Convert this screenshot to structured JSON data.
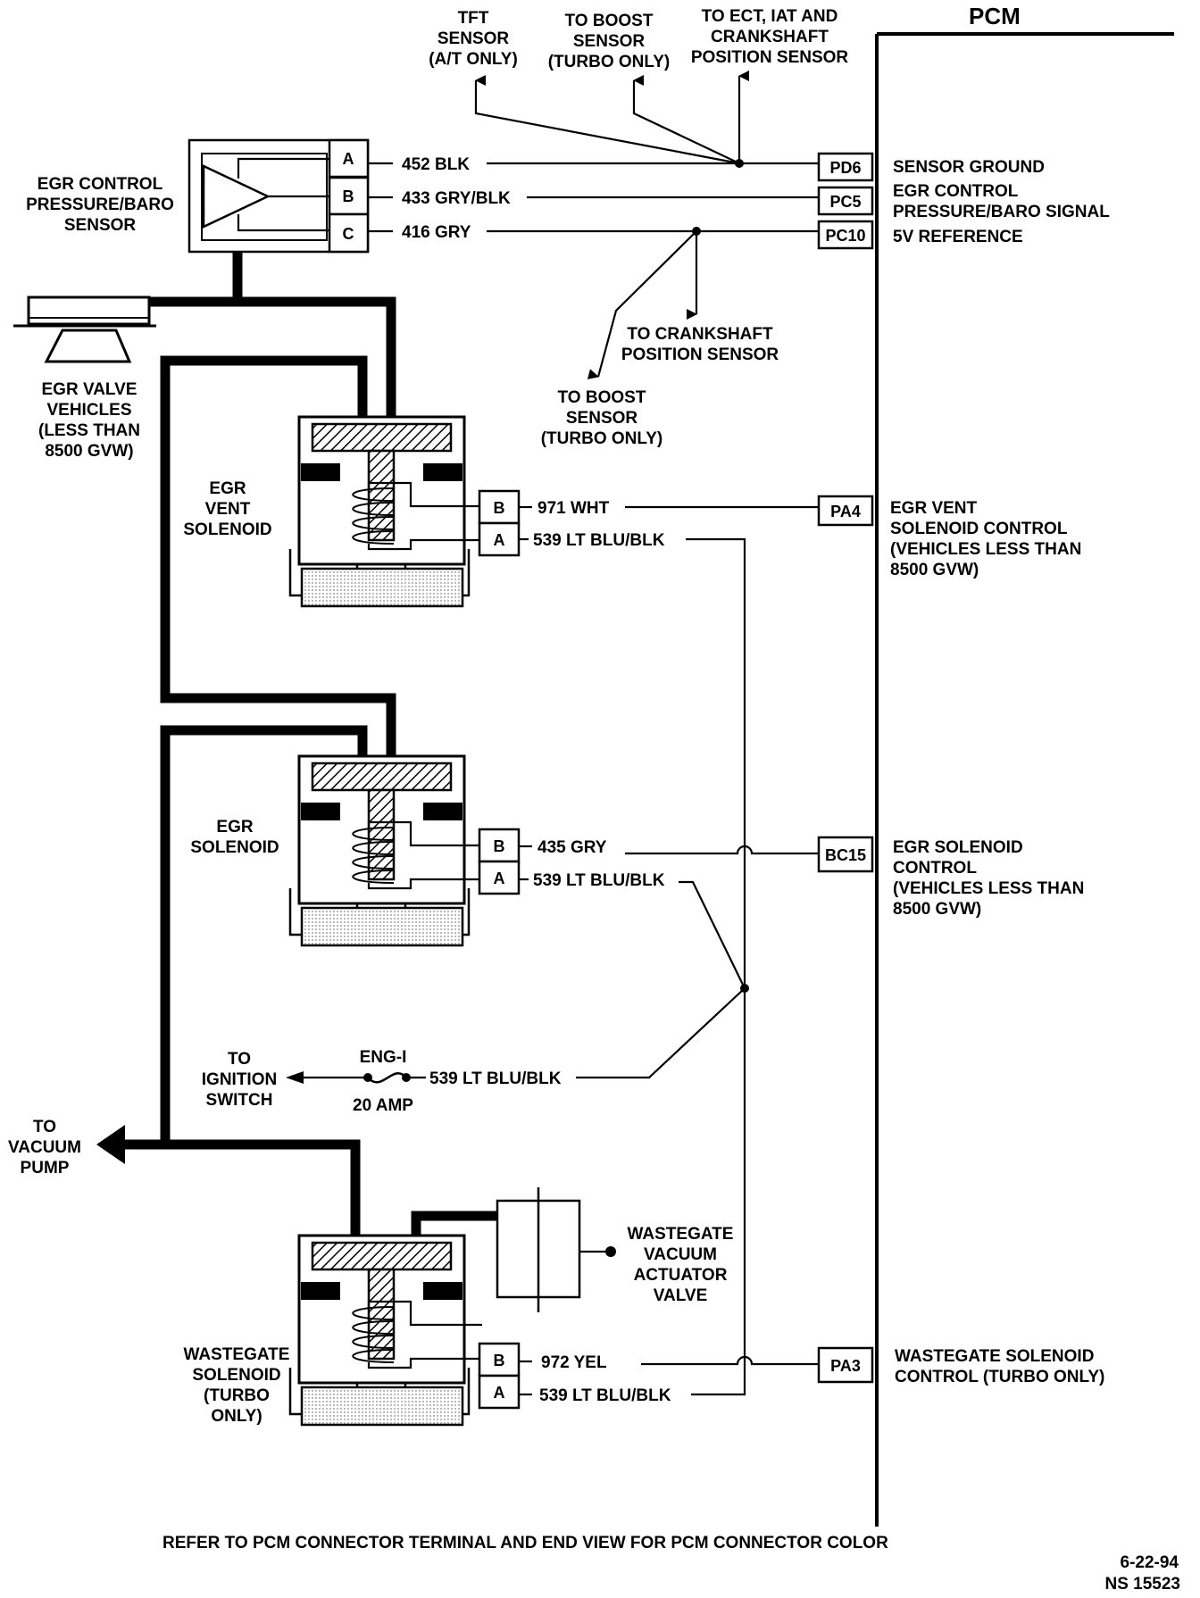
{
  "pcm": {
    "title": "PCM",
    "pins": [
      {
        "id": "PD6",
        "desc": [
          "SENSOR GROUND"
        ]
      },
      {
        "id": "PC5",
        "desc": [
          "EGR CONTROL",
          "PRESSURE/BARO SIGNAL"
        ]
      },
      {
        "id": "PC10",
        "desc": [
          "5V REFERENCE"
        ]
      },
      {
        "id": "PA4",
        "desc": [
          "EGR VENT",
          "SOLENOID CONTROL",
          "(VEHICLES LESS THAN",
          "8500 GVW)"
        ]
      },
      {
        "id": "BC15",
        "desc": [
          "EGR SOLENOID",
          "CONTROL",
          "(VEHICLES LESS THAN",
          "8500 GVW)"
        ]
      },
      {
        "id": "PA3",
        "desc": [
          "WASTEGATE SOLENOID",
          "CONTROL (TURBO ONLY)"
        ]
      }
    ]
  },
  "top_labels": {
    "tft": [
      "TFT",
      "SENSOR",
      "(A/T ONLY)"
    ],
    "boost_top": [
      "TO BOOST",
      "SENSOR",
      "(TURBO ONLY)"
    ],
    "ect": [
      "TO ECT, IAT AND",
      "CRANKSHAFT",
      "POSITION SENSOR"
    ]
  },
  "sensor": {
    "label": [
      "EGR CONTROL",
      "PRESSURE/BARO",
      "SENSOR"
    ],
    "pins": [
      "A",
      "B",
      "C"
    ],
    "wires": [
      "452 BLK",
      "433 GRY/BLK",
      "416 GRY"
    ]
  },
  "mid_labels": {
    "crank": [
      "TO CRANKSHAFT",
      "POSITION SENSOR"
    ],
    "boost": [
      "TO BOOST",
      "SENSOR",
      "(TURBO ONLY)"
    ]
  },
  "egr_valve": {
    "label": [
      "EGR VALVE",
      "VEHICLES",
      "(LESS THAN",
      "8500 GVW)"
    ]
  },
  "vent_solenoid": {
    "label": [
      "EGR",
      "VENT",
      "SOLENOID"
    ],
    "pins": [
      "B",
      "A"
    ],
    "wires": [
      "971 WHT",
      "539 LT BLU/BLK"
    ]
  },
  "egr_solenoid": {
    "label": [
      "EGR",
      "SOLENOID"
    ],
    "pins": [
      "B",
      "A"
    ],
    "wires": [
      "435 GRY",
      "539 LT BLU/BLK"
    ]
  },
  "fuse": {
    "to": [
      "TO",
      "IGNITION",
      "SWITCH"
    ],
    "name": "ENG-I",
    "rating": "20 AMP",
    "wire": "539 LT BLU/BLK"
  },
  "vacuum_pump": {
    "label": [
      "TO",
      "VACUUM",
      "PUMP"
    ]
  },
  "actuator": {
    "label": [
      "WASTEGATE",
      "VACUUM",
      "ACTUATOR",
      "VALVE"
    ]
  },
  "wastegate_solenoid": {
    "label": [
      "WASTEGATE",
      "SOLENOID",
      "(TURBO",
      "ONLY)"
    ],
    "pins": [
      "B",
      "A"
    ],
    "wires": [
      "972 YEL",
      "539 LT BLU/BLK"
    ]
  },
  "footer": {
    "note": "REFER TO PCM CONNECTOR TERMINAL AND END VIEW FOR PCM CONNECTOR COLOR",
    "date": "6-22-94",
    "code": "NS 15523"
  }
}
